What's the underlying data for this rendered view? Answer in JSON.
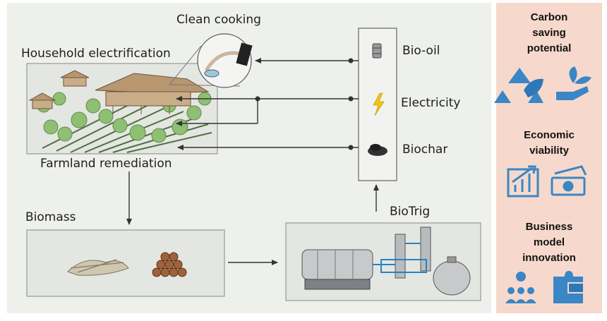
{
  "diagram": {
    "labels": {
      "clean_cooking": "Clean cooking",
      "household_electrification": "Household electrification",
      "farmland_remediation": "Farmland remediation",
      "biomass": "Biomass",
      "biotrig": "BioTrig"
    },
    "outputs": [
      "Bio-oil",
      "Electricity",
      "Biochar"
    ]
  },
  "sidebar": {
    "sections": [
      {
        "title_lines": [
          "Carbon",
          "saving",
          "potential"
        ],
        "icons": [
          "recycle-leaf-icon",
          "hand-plant-icon"
        ]
      },
      {
        "title_lines": [
          "Economic",
          "viability"
        ],
        "icons": [
          "growth-chart-icon",
          "money-bill-icon"
        ]
      },
      {
        "title_lines": [
          "Business",
          "model",
          "innovation"
        ],
        "icons": [
          "team-idea-icon",
          "puzzle-icon"
        ]
      }
    ]
  },
  "colors": {
    "accent_blue": "#2b7fc6",
    "sidebar_bg": "#f6d9cc",
    "panel_bg": "#eef0ec"
  }
}
